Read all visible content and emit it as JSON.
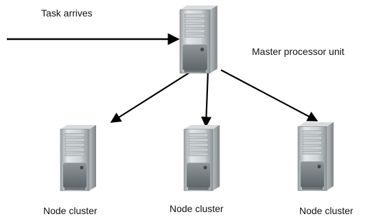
{
  "diagram": {
    "input_label": "Task arrives",
    "master": {
      "label": "Master processor unit",
      "icon": "server-tower-icon"
    },
    "nodes": [
      {
        "label": "Node cluster",
        "icon": "server-tower-icon"
      },
      {
        "label": "Node cluster",
        "icon": "server-tower-icon"
      },
      {
        "label": "Node cluster",
        "icon": "server-tower-icon"
      }
    ]
  }
}
